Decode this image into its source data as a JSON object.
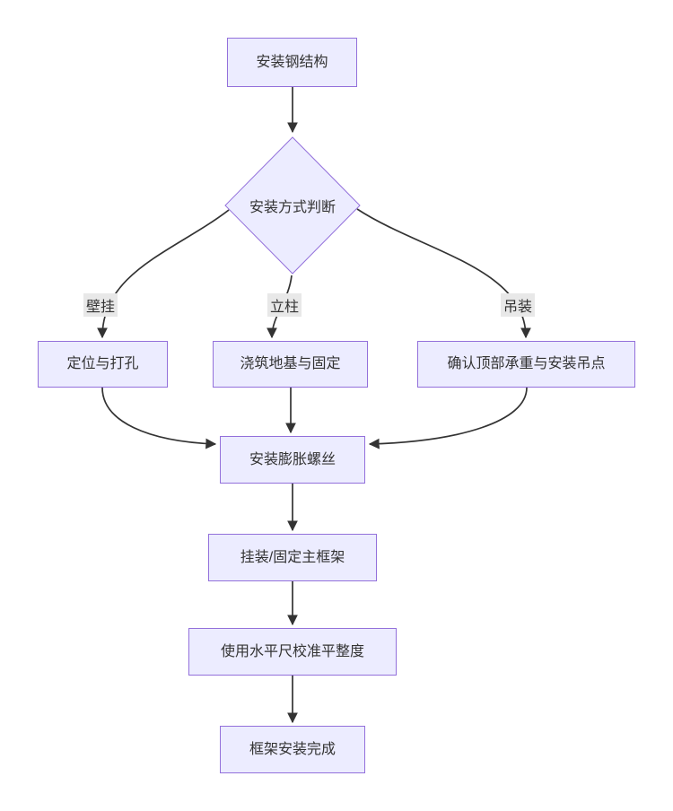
{
  "diagram": {
    "type": "flowchart",
    "direction": "top-down",
    "nodes": {
      "start": {
        "label": "安装钢结构",
        "shape": "rect"
      },
      "decision": {
        "label": "安装方式判断",
        "shape": "diamond"
      },
      "wall": {
        "label": "定位与打孔",
        "shape": "rect"
      },
      "column": {
        "label": "浇筑地基与固定",
        "shape": "rect"
      },
      "hoist": {
        "label": "确认顶部承重与安装吊点",
        "shape": "rect"
      },
      "anchor": {
        "label": "安装膨胀螺丝",
        "shape": "rect"
      },
      "frame": {
        "label": "挂装/固定主框架",
        "shape": "rect"
      },
      "level": {
        "label": "使用水平尺校准平整度",
        "shape": "rect"
      },
      "done": {
        "label": "框架安装完成",
        "shape": "rect"
      }
    },
    "edge_labels": {
      "wall": "壁挂",
      "column": "立柱",
      "hoist": "吊装"
    },
    "edges": [
      {
        "from": "安装钢结构",
        "to": "安装方式判断",
        "label": ""
      },
      {
        "from": "安装方式判断",
        "to": "定位与打孔",
        "label": "壁挂"
      },
      {
        "from": "安装方式判断",
        "to": "浇筑地基与固定",
        "label": "立柱"
      },
      {
        "from": "安装方式判断",
        "to": "确认顶部承重与安装吊点",
        "label": "吊装"
      },
      {
        "from": "定位与打孔",
        "to": "安装膨胀螺丝",
        "label": ""
      },
      {
        "from": "浇筑地基与固定",
        "to": "安装膨胀螺丝",
        "label": ""
      },
      {
        "from": "确认顶部承重与安装吊点",
        "to": "安装膨胀螺丝",
        "label": ""
      },
      {
        "from": "安装膨胀螺丝",
        "to": "挂装/固定主框架",
        "label": ""
      },
      {
        "from": "挂装/固定主框架",
        "to": "使用水平尺校准平整度",
        "label": ""
      },
      {
        "from": "使用水平尺校准平整度",
        "to": "框架安装完成",
        "label": ""
      }
    ],
    "colors": {
      "node_fill": "#ECECFF",
      "node_border": "#9370DB",
      "edge_stroke": "#333333",
      "text": "#333333",
      "edge_label_bg": "#e8e8e8",
      "background": "#ffffff"
    }
  }
}
